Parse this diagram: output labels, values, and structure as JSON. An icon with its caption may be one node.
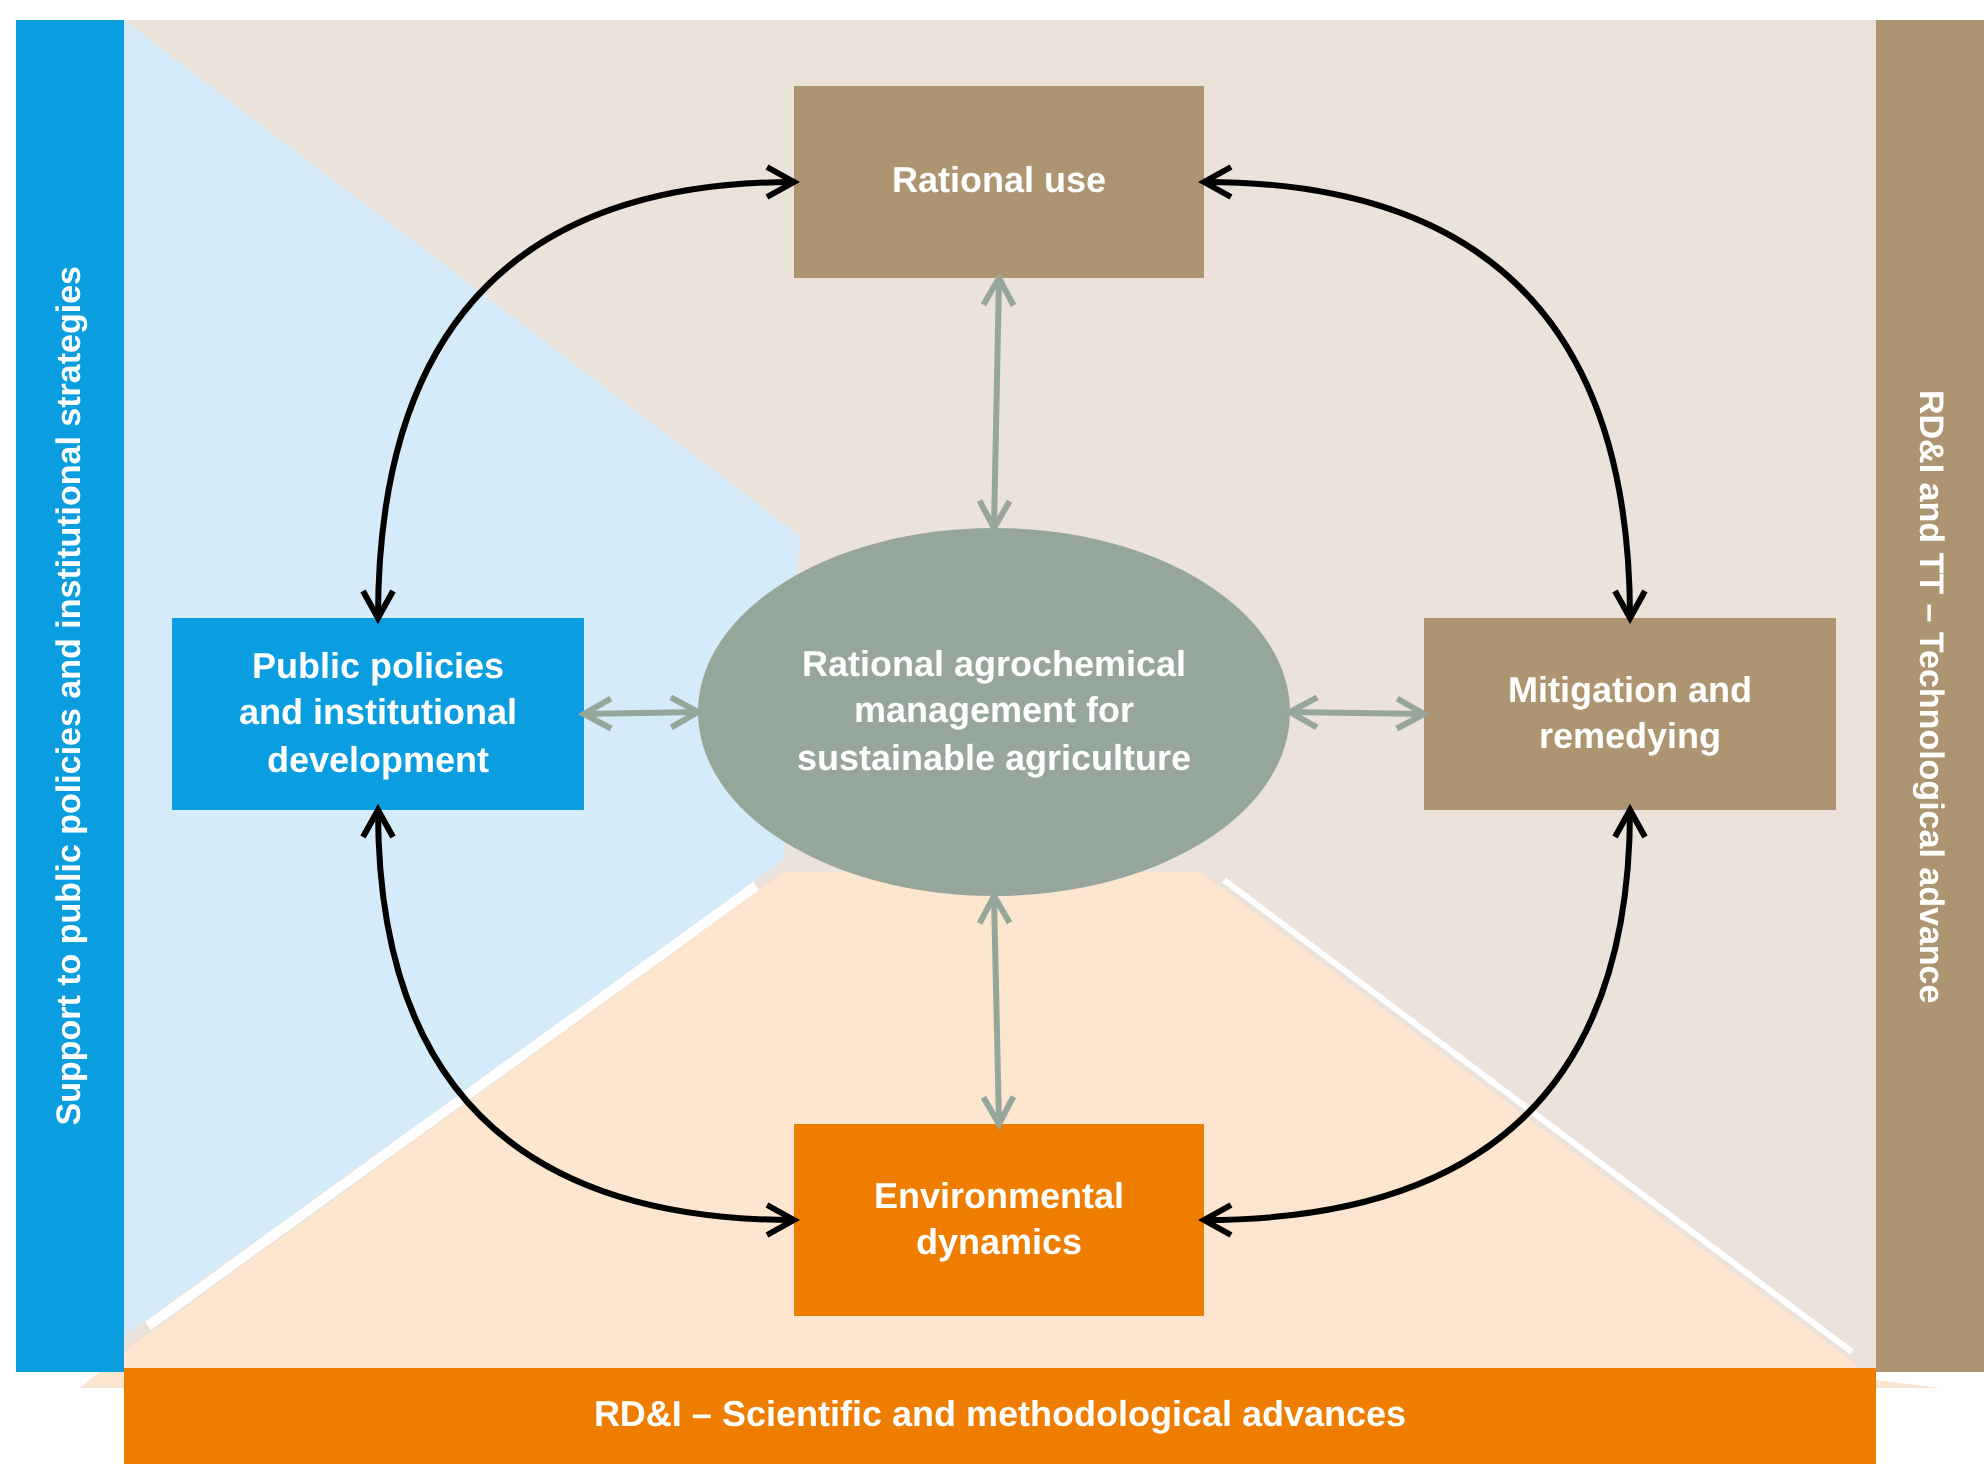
{
  "diagram": {
    "nodes": [
      {
        "text": [
          "Support to public policies and institutional strategies"
        ]
      },
      {
        "text": [
          "RD&I and TT – Technological advance"
        ]
      },
      {
        "text": [
          "RD&I – Scientific and methodological advances"
        ]
      },
      {
        "text": [
          "Rational use"
        ]
      },
      {
        "text": [
          "Public policies and institutional development"
        ]
      },
      {
        "text": [
          "Rational agrochemical management for sustainable agriculture"
        ]
      },
      {
        "text": [
          "Mitigation and remedying"
        ]
      },
      {
        "text": [
          "Environmental dynamics"
        ]
      }
    ],
    "edges": [
      {
        "from": 3,
        "to": 4,
        "arrow": "both"
      },
      {
        "from": 3,
        "to": 6,
        "arrow": "both"
      },
      {
        "from": 4,
        "to": 7,
        "arrow": "both"
      },
      {
        "from": 6,
        "to": 7,
        "arrow": "both"
      },
      {
        "from": 3,
        "to": 5,
        "arrow": "both",
        "color": "#97a69b"
      },
      {
        "from": 4,
        "to": 5,
        "arrow": "both",
        "color": "#97a69b"
      },
      {
        "from": 5,
        "to": 6,
        "arrow": "both",
        "color": "#97a69b"
      },
      {
        "from": 5,
        "to": 7,
        "arrow": "both",
        "color": "#97a69b"
      }
    ]
  }
}
